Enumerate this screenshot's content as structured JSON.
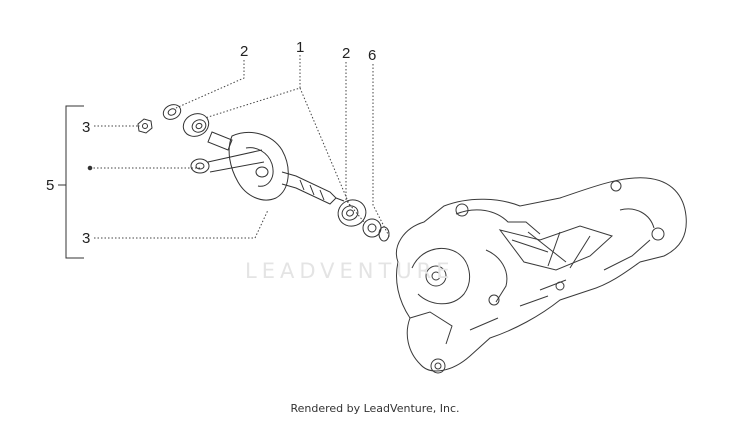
{
  "diagram": {
    "callouts": {
      "c2_left": "2",
      "c1": "1",
      "c2_right": "2",
      "c6": "6",
      "c3_top": "3",
      "c5": "5",
      "c3_bottom": "3"
    },
    "watermark": "LEADVENTURE",
    "credit": "Rendered by LeadVenture, Inc."
  }
}
